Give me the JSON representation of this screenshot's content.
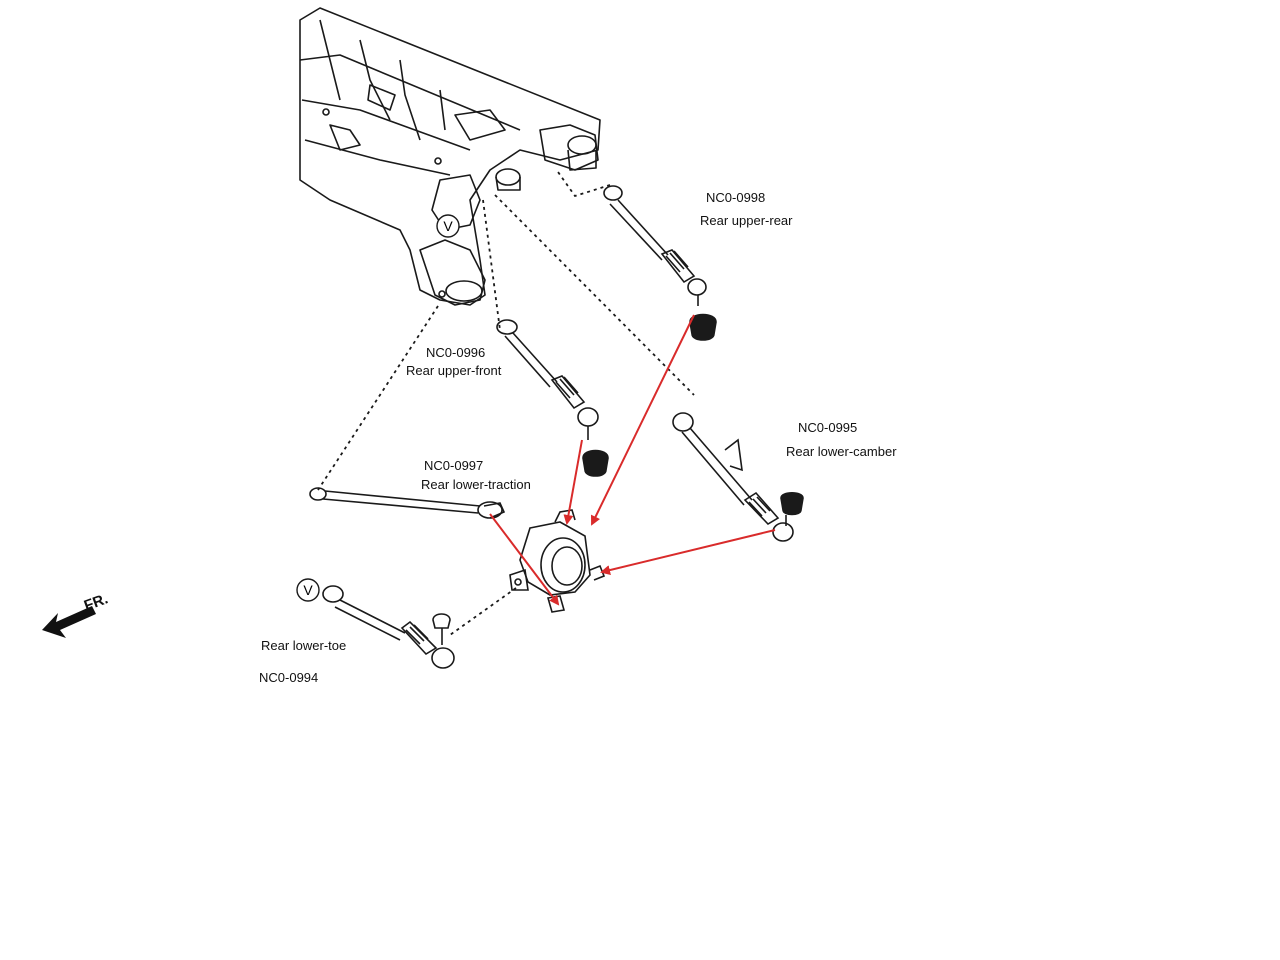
{
  "parts": [
    {
      "id": "upper_rear",
      "code": "NC0-0998",
      "name": "Rear upper-rear"
    },
    {
      "id": "upper_front",
      "code": "NC0-0996",
      "name": "Rear upper-front"
    },
    {
      "id": "lower_traction",
      "code": "NC0-0997",
      "name": "Rear lower-traction"
    },
    {
      "id": "lower_camber",
      "code": "NC0-0995",
      "name": "Rear lower-camber"
    },
    {
      "id": "lower_toe",
      "code": "NC0-0994",
      "name": "Rear lower-toe"
    }
  ],
  "direction": {
    "label": "FR.",
    "icon": "front-arrow-icon"
  },
  "markers": [
    {
      "id": "v1",
      "text": "V"
    },
    {
      "id": "v2",
      "text": "V"
    }
  ],
  "colors": {
    "line": "#1a1a1a",
    "arrow": "#d92b2b",
    "background": "#ffffff"
  }
}
